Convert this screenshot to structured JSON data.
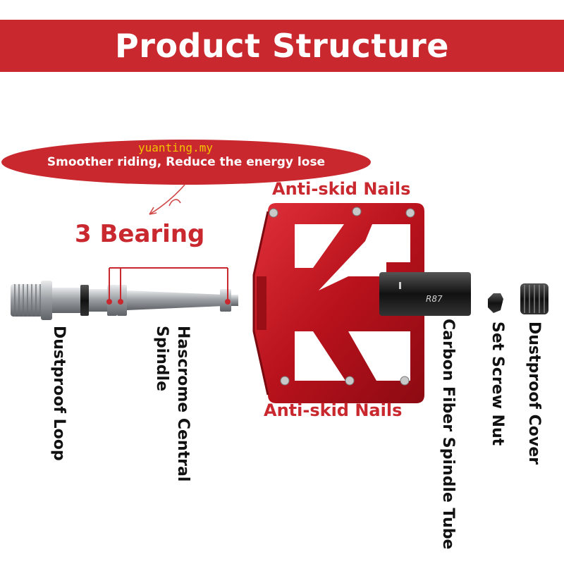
{
  "title": "Product Structure",
  "tagline": "Smoother riding, Reduce the energy lose",
  "watermark": "yuanting.my",
  "labels": {
    "bearing": "3 Bearing",
    "nails_top": "Anti-skid Nails",
    "nails_bottom": "Anti-skid Nails",
    "dustproof_loop": "Dustproof Loop",
    "central_spindle_line1": "Hascrome Central",
    "central_spindle_line2": "Spindle",
    "spindle_tube": "Carbon Fiber Spindle Tube",
    "set_screw_nut": "Set Screw Nut",
    "dustproof_cover": "Dustproof Cover"
  },
  "pedal_mark": "R87",
  "colors": {
    "accent": "#c8282e",
    "pedal": "#c0141c",
    "metal": "#b9bcbf"
  }
}
